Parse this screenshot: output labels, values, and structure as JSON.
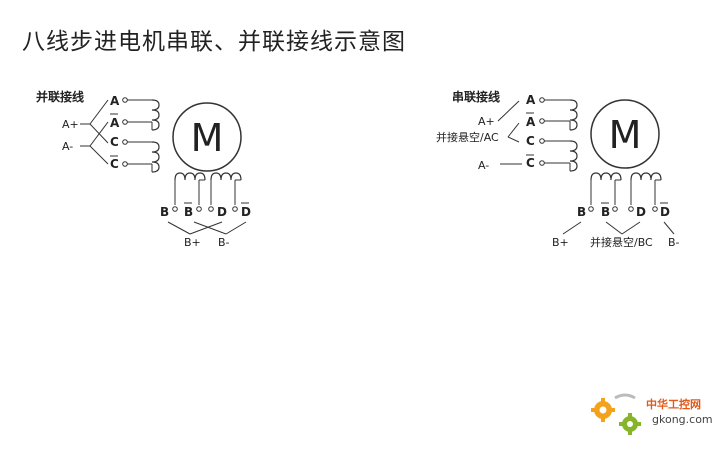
{
  "title": "八线步进电机串联、并联接线示意图",
  "parallel": {
    "heading": "并联接线",
    "motor_label": "M",
    "pins_a": [
      "A",
      "A",
      "C",
      "C"
    ],
    "pins_b": [
      "B",
      "B",
      "D",
      "D"
    ],
    "left_labels": [
      "A+",
      "A-"
    ],
    "bottom_labels": [
      "B+",
      "B-"
    ]
  },
  "series": {
    "heading": "串联接线",
    "motor_label": "M",
    "pins_a": [
      "A",
      "A",
      "C",
      "C"
    ],
    "pins_b": [
      "B",
      "B",
      "D",
      "D"
    ],
    "left_labels": [
      "A+",
      "并接悬空/AC",
      "A-"
    ],
    "bottom_labels": [
      "B+",
      "并接悬空/BC",
      "B-"
    ]
  },
  "watermark": {
    "site_name": "中华工控网",
    "url": "gkong.com"
  }
}
